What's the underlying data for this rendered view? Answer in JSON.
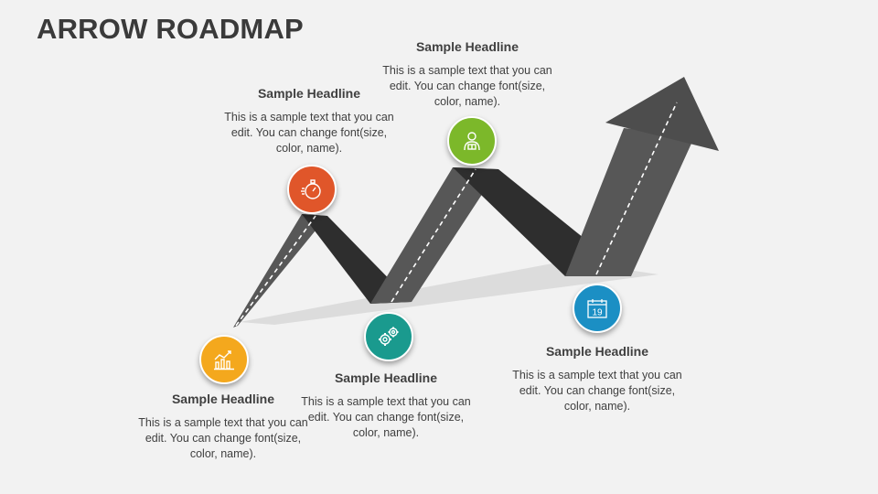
{
  "title": "ARROW ROADMAP",
  "milestones": [
    {
      "headline": "Sample Headline",
      "text": "This is a sample text that you can edit. You can change font(size, color, name).",
      "color": "#f4a81d",
      "icon": "chart-icon"
    },
    {
      "headline": "Sample Headline",
      "text": "This is a sample text that you can edit. You can change font(size, color, name).",
      "color": "#e0562a",
      "icon": "stopwatch-icon"
    },
    {
      "headline": "Sample Headline",
      "text": "This is a sample text that you can edit. You can change font(size, color, name).",
      "color": "#1a9a8e",
      "icon": "gears-icon"
    },
    {
      "headline": "Sample Headline",
      "text": "This is a sample text that you can edit. You can change font(size, color, name).",
      "color": "#7cb82a",
      "icon": "person-icon"
    },
    {
      "headline": "Sample Headline",
      "text": "This is a sample text that you can edit. You can change font(size, color, name).",
      "color": "#1b8fc4",
      "icon": "calendar-icon",
      "icon_text": "19"
    }
  ]
}
